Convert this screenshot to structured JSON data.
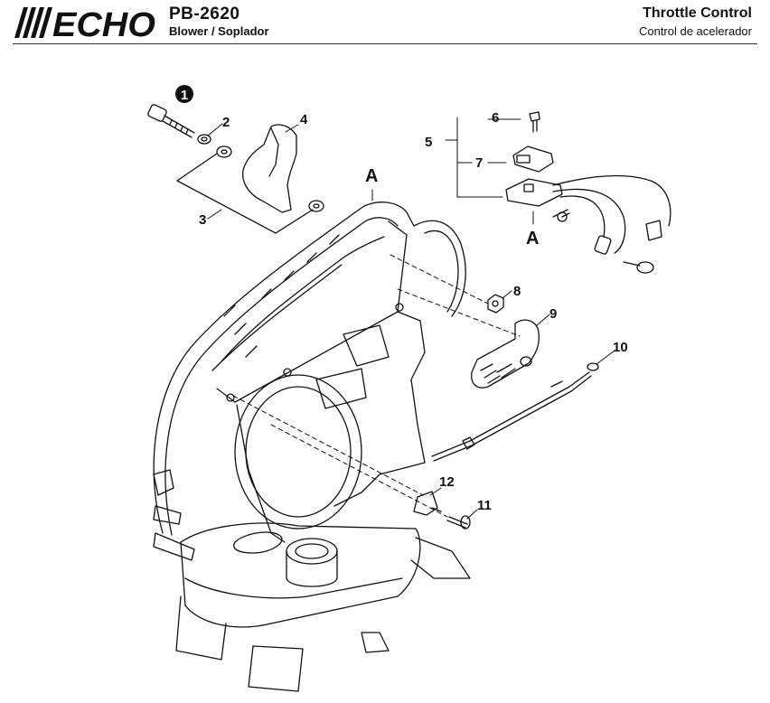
{
  "header": {
    "brand": "ECHO",
    "model": "PB-2620",
    "subtitle": "Blower / Soplador",
    "section_title": "Throttle Control",
    "section_subtitle": "Control de acelerador"
  },
  "callouts": {
    "c1": "1",
    "c2": "2",
    "c3": "3",
    "c4": "4",
    "c5": "5",
    "c6": "6",
    "c7": "7",
    "c8": "8",
    "c9": "9",
    "c10": "10",
    "c11": "11",
    "c12": "12"
  },
  "references": {
    "top": "A",
    "right": "A"
  }
}
